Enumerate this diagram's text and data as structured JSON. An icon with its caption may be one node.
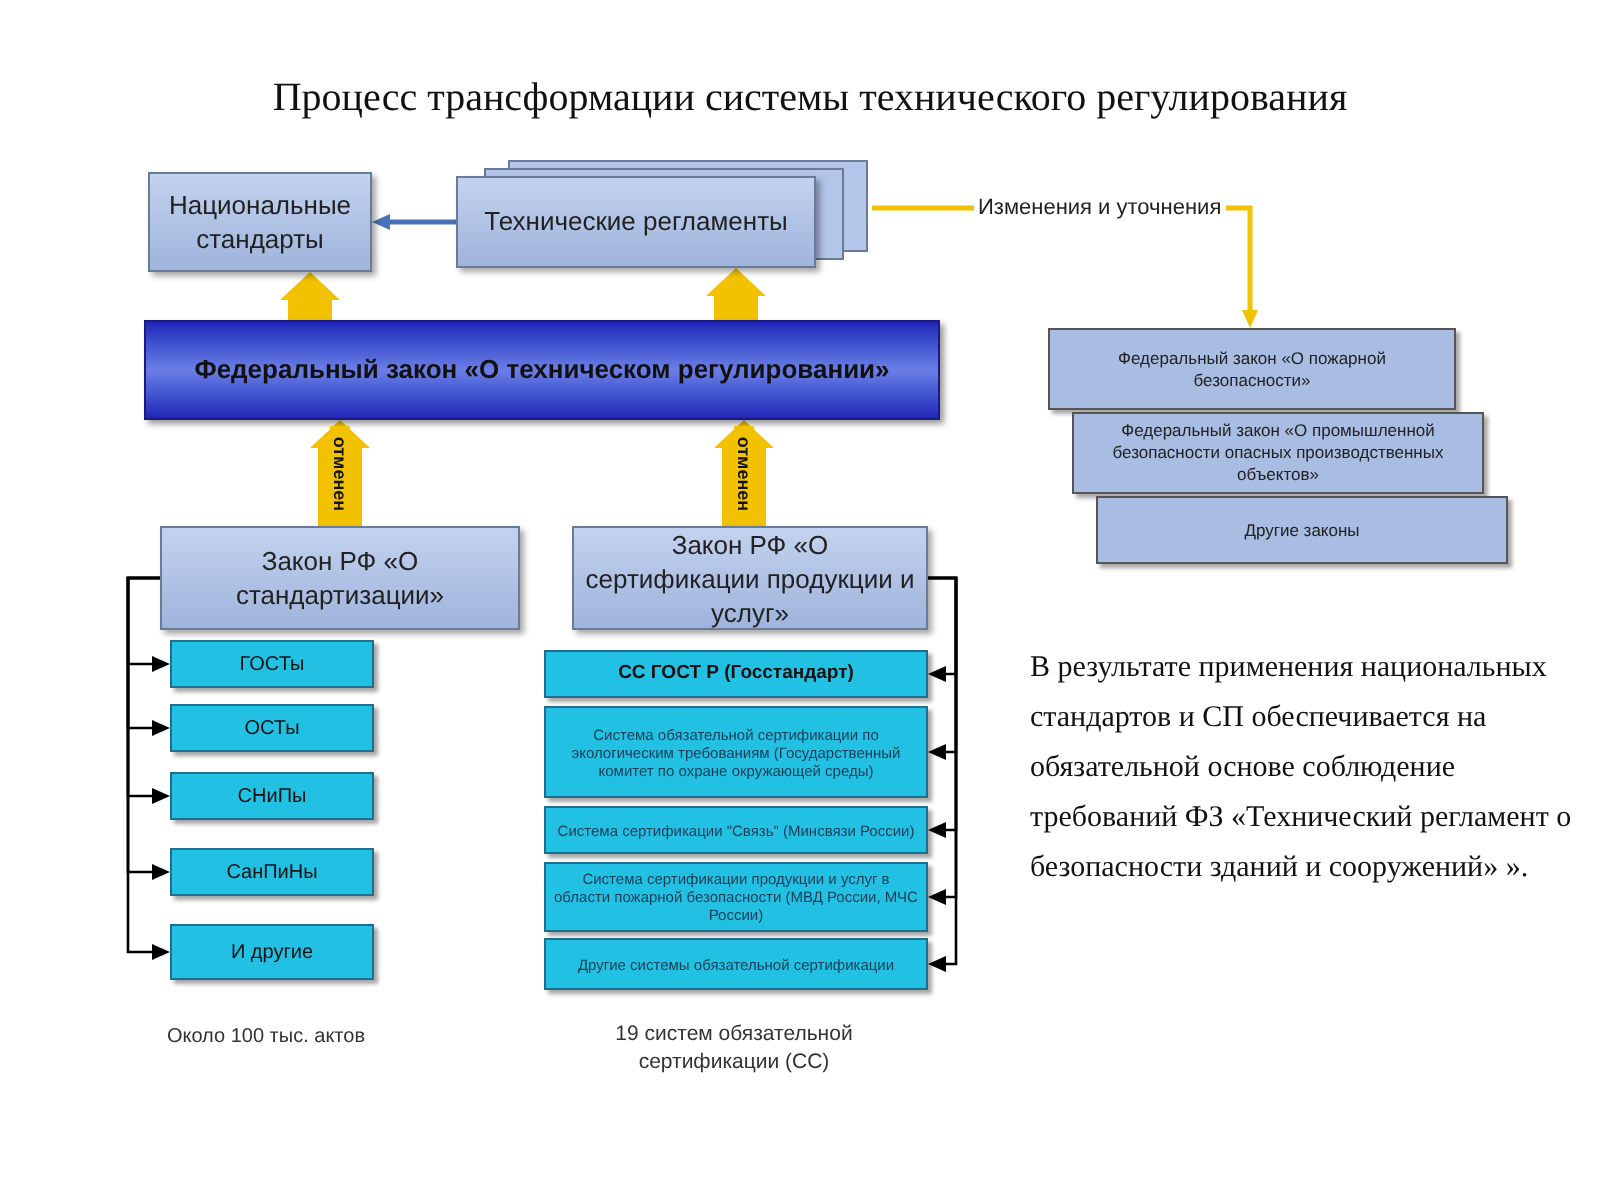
{
  "diagram": {
    "title": "Процесс трансформации системы технического регулирования",
    "nodes": [
      {
        "text": [
          "Национальные стандарты"
        ]
      },
      {
        "text": [
          "Технические регламенты"
        ]
      },
      {
        "text": [
          "Федеральный закон «О техническом регулировании»"
        ]
      },
      {
        "text": [
          "Закон РФ «О стандартизации»"
        ]
      },
      {
        "text": [
          "Закон РФ «О сертификации продукции и услуг»"
        ]
      },
      {
        "text": [
          "ГОСТы"
        ]
      },
      {
        "text": [
          "ОСТы"
        ]
      },
      {
        "text": [
          "СНиПы"
        ]
      },
      {
        "text": [
          "СанПиНы"
        ]
      },
      {
        "text": [
          "И другие"
        ]
      },
      {
        "text": [
          "СС ГОСТ Р (Госстандарт)"
        ]
      },
      {
        "text": [
          "Система обязательной сертификации по экологическим требованиям (Государственный комитет по охране окружающей среды)"
        ]
      },
      {
        "text": [
          "Система сертификации \"Связь\" (Минсвязи России)"
        ]
      },
      {
        "text": [
          "Система сертификации продукции и услуг в области пожарной безопасности (МВД России, МЧС России)"
        ]
      },
      {
        "text": [
          "Другие системы обязательной сертификации"
        ]
      },
      {
        "text": [
          "Федеральный закон «О пожарной безопасности»"
        ]
      },
      {
        "text": [
          "Федеральный закон «О промышленной безопасности опасных производственных объектов»"
        ]
      },
      {
        "text": [
          "Другие законы"
        ]
      }
    ],
    "edges": [
      {
        "from": 1,
        "to": 0,
        "arrow": "to",
        "color": "#4a72b8"
      },
      {
        "from": 2,
        "to": 0,
        "arrow": "to",
        "style": "thick",
        "color": "#f2c200"
      },
      {
        "from": 2,
        "to": 1,
        "arrow": "to",
        "style": "thick",
        "color": "#f2c200"
      },
      {
        "from": 3,
        "to": 2,
        "arrow": "to",
        "style": "thick",
        "color": "#f2c200",
        "label": "отменен"
      },
      {
        "from": 4,
        "to": 2,
        "arrow": "to",
        "style": "thick",
        "color": "#f2c200",
        "label": "отменен"
      },
      {
        "from": 1,
        "to": 15,
        "arrow": "to",
        "color": "#f2c200",
        "label": "Изменения и уточнения"
      },
      {
        "from": 3,
        "to": 5,
        "arrow": "to"
      },
      {
        "from": 3,
        "to": 6,
        "arrow": "to"
      },
      {
        "from": 3,
        "to": 7,
        "arrow": "to"
      },
      {
        "from": 3,
        "to": 8,
        "arrow": "to"
      },
      {
        "from": 3,
        "to": 9,
        "arrow": "to"
      },
      {
        "from": 4,
        "to": 10,
        "arrow": "to"
      },
      {
        "from": 4,
        "to": 11,
        "arrow": "to"
      },
      {
        "from": 4,
        "to": 12,
        "arrow": "to"
      },
      {
        "from": 4,
        "to": 13,
        "arrow": "to"
      },
      {
        "from": 4,
        "to": 14,
        "arrow": "to"
      }
    ],
    "labels": [
      "Около 100 тыс. актов",
      "19 систем обязательной сертификации (СС)",
      "В результате применения национальных стандартов и СП обеспечивается  на обязательной основе соблюдение требований ФЗ «Технический регламент о безопасности зданий и сооружений» »."
    ]
  }
}
